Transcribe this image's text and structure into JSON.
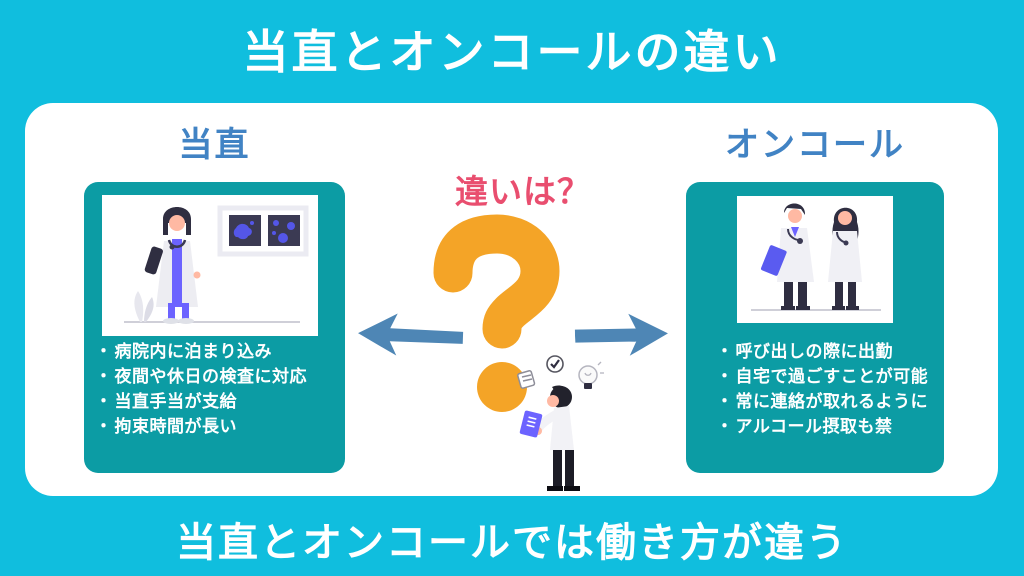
{
  "title": "当直とオンコールの違い",
  "footer": "当直とオンコールでは働き方が違う",
  "bullet_marker": "・",
  "left_section": {
    "heading": "当直",
    "illustration": "female-doctor-with-xray-illustration",
    "bullets": [
      "病院内に泊まり込み",
      "夜間や休日の検査に対応",
      "当直手当が支給",
      "拘束時間が長い"
    ]
  },
  "right_section": {
    "heading": "オンコール",
    "illustration": "two-doctors-standing-illustration",
    "bullets": [
      "呼び出しの際に出勤",
      "自宅で過ごすことが可能",
      "常に連絡が取れるように",
      "アルコール摂取も禁"
    ]
  },
  "center_section": {
    "question_label": "違いは？",
    "question_mark_icon": "question-mark-graphic",
    "arrow_icons": [
      "arrow-left-icon",
      "arrow-right-icon"
    ],
    "person_illustration": "man-reading-book-illustration",
    "floating_icons": [
      "memo-icon",
      "check-circle-icon",
      "lightbulb-icon"
    ]
  },
  "colors": {
    "background_cyan": "#10BEDE",
    "panel_white": "#FFFFFF",
    "card_teal": "#0C9CA4",
    "heading_blue": "#4183C4",
    "question_pink": "#E94E6F",
    "question_orange": "#F4A427",
    "arrow_blue": "#4E86B5",
    "illustration_purple": "#6C63FF",
    "illustration_dark": "#2F2E41"
  }
}
